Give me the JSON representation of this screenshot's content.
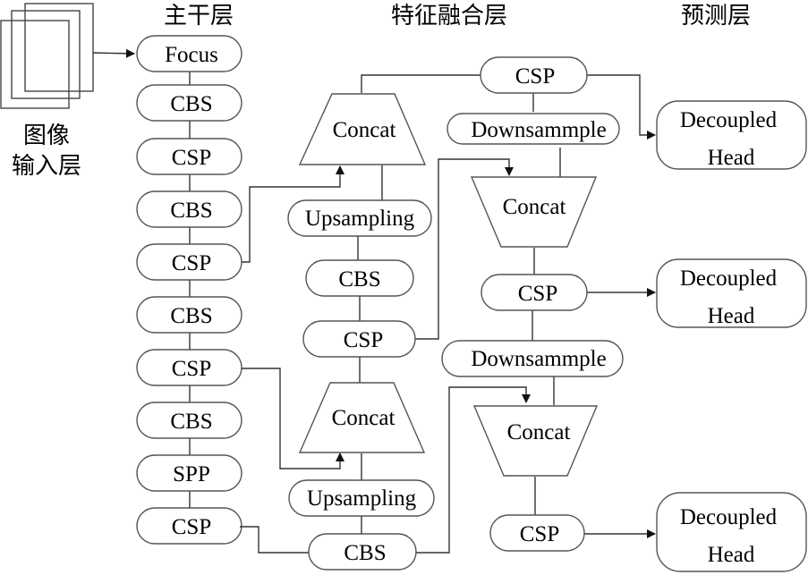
{
  "titles": {
    "backbone": "主干层",
    "neck": "特征融合层",
    "head": "预测层",
    "input_line1": "图像",
    "input_line2": "输入层"
  },
  "backbone": [
    "Focus",
    "CBS",
    "CSP",
    "CBS",
    "CSP",
    "CBS",
    "CSP",
    "CBS",
    "SPP",
    "CSP"
  ],
  "neck": {
    "concat_top": "Concat",
    "upsampling_top": "Upsampling",
    "cbs_mid": "CBS",
    "csp_mid": "CSP",
    "concat_low": "Concat",
    "upsampling_low": "Upsampling",
    "cbs_bottom": "CBS",
    "csp_top_right": "CSP",
    "downsample_top": "Downsammple",
    "concat_right_top": "Concat",
    "csp_right_mid": "CSP",
    "downsample_low": "Downsammple",
    "concat_right_low": "Concat",
    "csp_right_bottom": "CSP"
  },
  "heads": [
    {
      "line1": "Decoupled",
      "line2": "Head"
    },
    {
      "line1": "Decoupled",
      "line2": "Head"
    },
    {
      "line1": "Decoupled",
      "line2": "Head"
    }
  ]
}
